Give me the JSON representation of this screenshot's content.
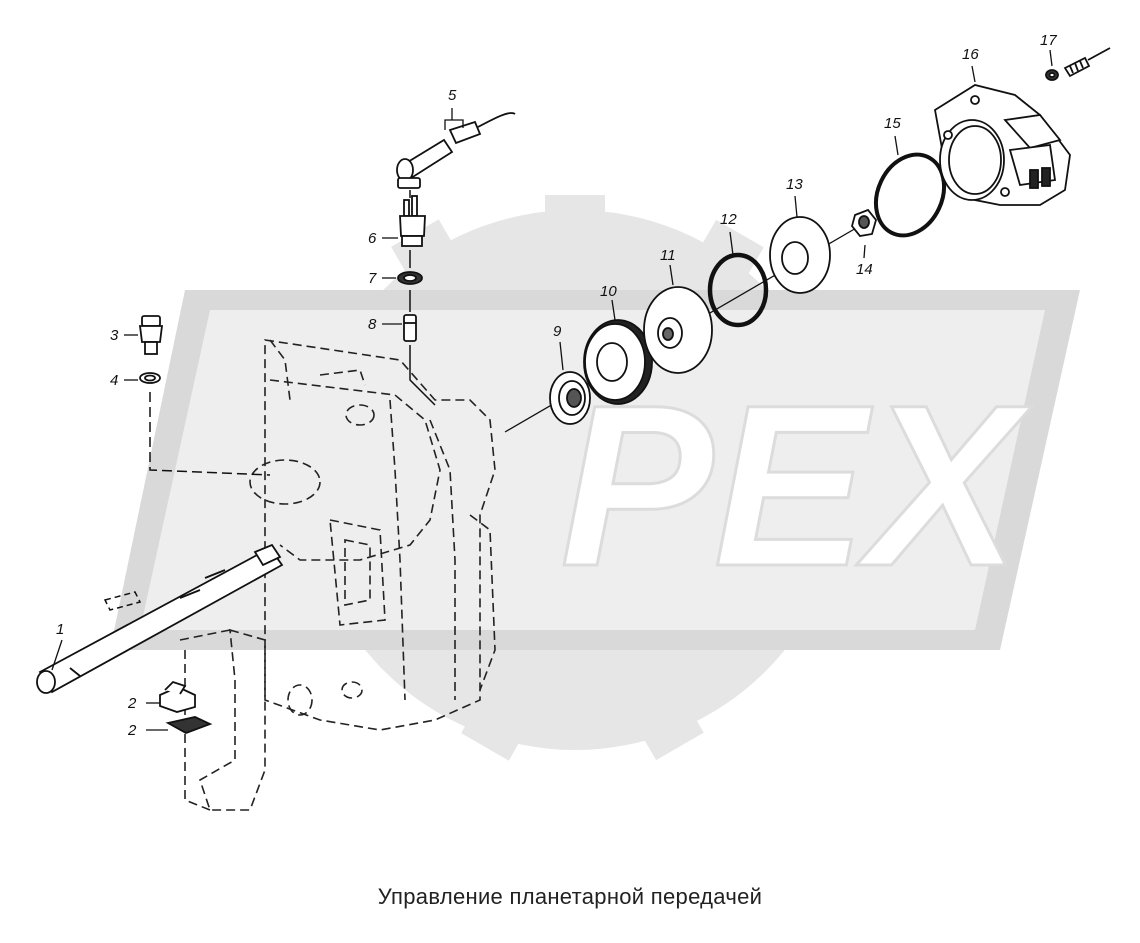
{
  "caption": "Управление планетарной передачей",
  "watermark": {
    "letters": "PEX",
    "color": "#e3e3e3"
  },
  "callouts": [
    {
      "id": "1",
      "text": "1"
    },
    {
      "id": "2a",
      "text": "2"
    },
    {
      "id": "2b",
      "text": "2"
    },
    {
      "id": "3",
      "text": "3"
    },
    {
      "id": "4",
      "text": "4"
    },
    {
      "id": "5",
      "text": "5"
    },
    {
      "id": "6",
      "text": "6"
    },
    {
      "id": "7",
      "text": "7"
    },
    {
      "id": "8",
      "text": "8"
    },
    {
      "id": "9",
      "text": "9"
    },
    {
      "id": "10",
      "text": "10"
    },
    {
      "id": "11",
      "text": "11"
    },
    {
      "id": "12",
      "text": "12"
    },
    {
      "id": "13",
      "text": "13"
    },
    {
      "id": "14",
      "text": "14"
    },
    {
      "id": "15",
      "text": "15"
    },
    {
      "id": "16",
      "text": "16"
    },
    {
      "id": "17",
      "text": "17"
    }
  ]
}
